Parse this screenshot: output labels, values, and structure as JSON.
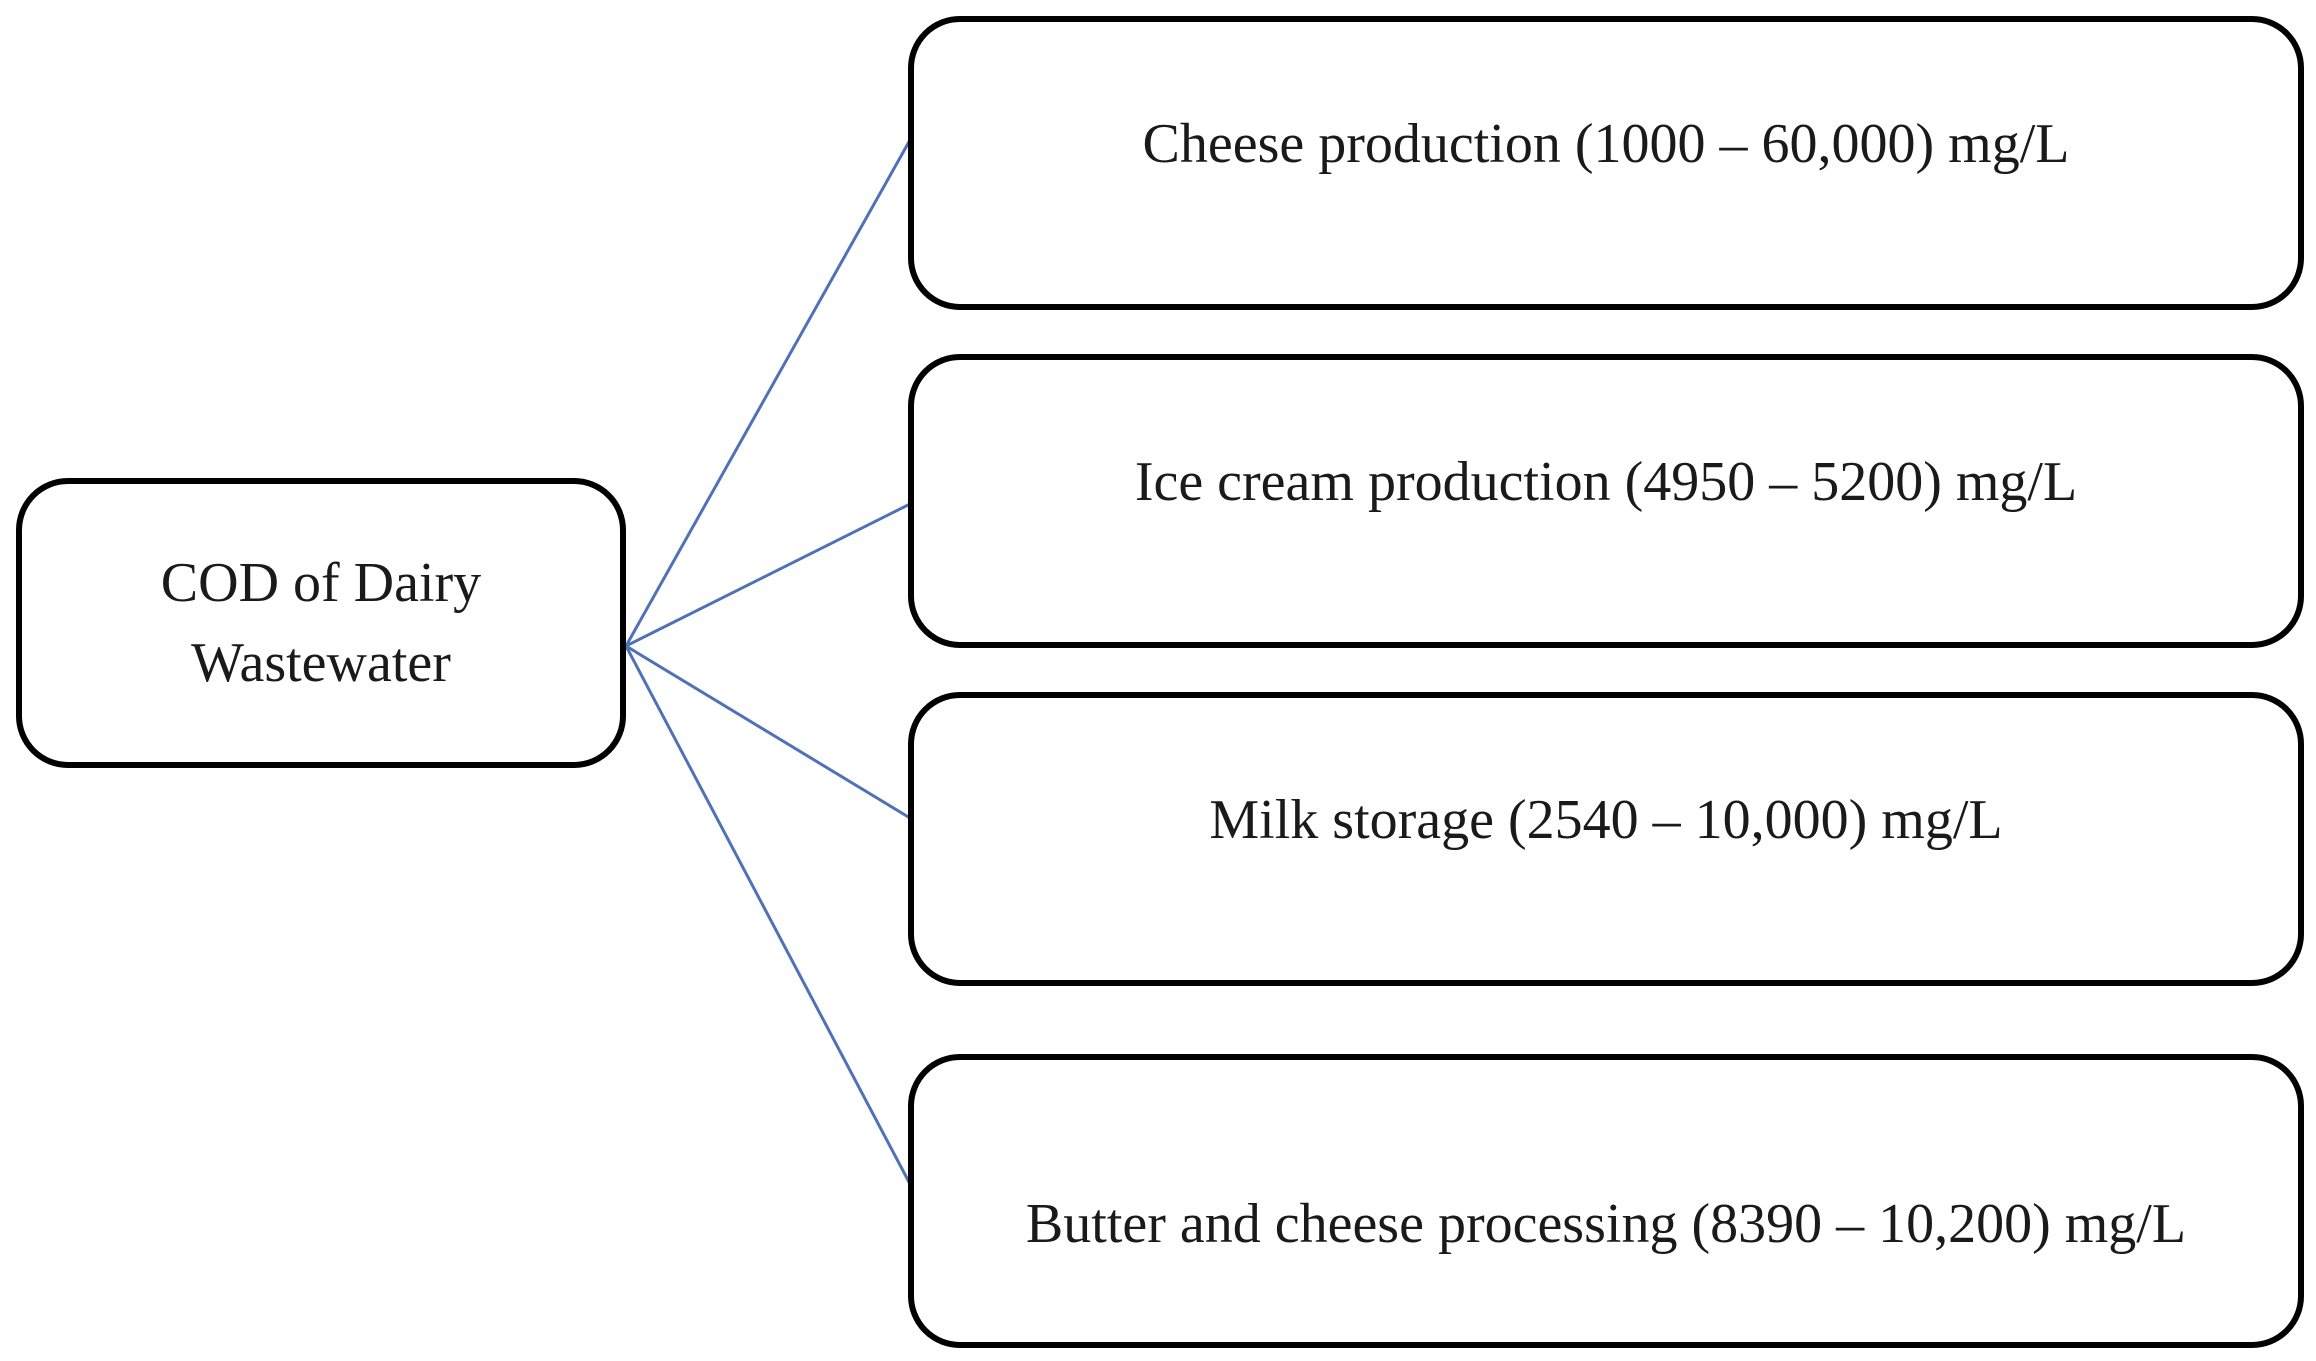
{
  "root": {
    "label_line1": "COD of Dairy",
    "label_line2": "Wastewater"
  },
  "leaves": [
    {
      "label": "Cheese production (1000 – 60,000) mg/L"
    },
    {
      "label": "Ice cream production (4950 – 5200) mg/L"
    },
    {
      "label": "Milk storage (2540 – 10,000) mg/L"
    },
    {
      "label": "Butter and cheese processing (8390 – 10,200) mg/L"
    }
  ],
  "colors": {
    "connector": "#4f71b6",
    "box_border": "#000000",
    "text": "#1a1a1a",
    "background": "#ffffff"
  }
}
